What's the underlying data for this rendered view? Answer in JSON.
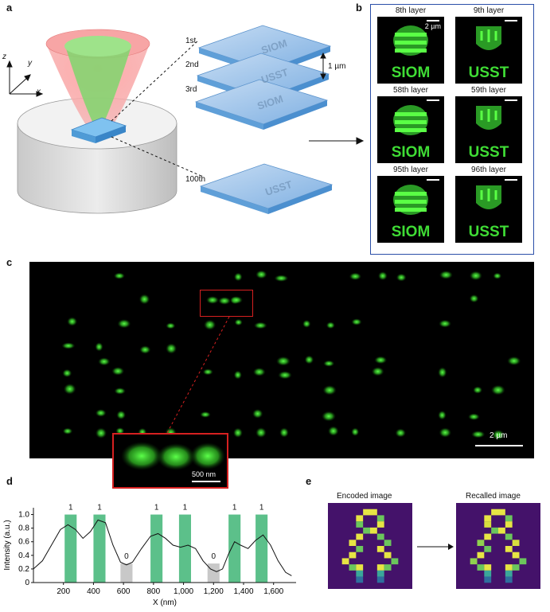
{
  "panels": {
    "a": "a",
    "b": "b",
    "c": "c",
    "d": "d",
    "e": "e"
  },
  "panel_a": {
    "axes": {
      "z": "z",
      "y": "y",
      "x": "x"
    },
    "layers": [
      "1st",
      "2nd",
      "3rd",
      "100th"
    ],
    "spacing_label": "1 µm"
  },
  "panel_b": {
    "tiles": [
      {
        "label": "8th layer",
        "kind": "siom",
        "scale": "2 µm"
      },
      {
        "label": "9th layer",
        "kind": "usst",
        "scale": ""
      },
      {
        "label": "58th layer",
        "kind": "siom",
        "scale": ""
      },
      {
        "label": "59th layer",
        "kind": "usst",
        "scale": ""
      },
      {
        "label": "95th layer",
        "kind": "siom",
        "scale": ""
      },
      {
        "label": "96th layer",
        "kind": "usst",
        "scale": ""
      }
    ],
    "siom_text": "SIOM",
    "usst_text": "USST"
  },
  "panel_c": {
    "scale_label": "2 µm",
    "inset_scale_label": "500 nm"
  },
  "chart_data": {
    "type": "bar",
    "xlabel": "X (nm)",
    "ylabel": "Intensity (a.u.)",
    "xlim": [
      0,
      1750
    ],
    "ylim": [
      0,
      1.1
    ],
    "xticks": [
      200,
      400,
      600,
      800,
      1000,
      1200,
      1400,
      1600
    ],
    "xtick_labels": [
      "200",
      "400",
      "600",
      "800",
      "1,000",
      "1,200",
      "1,400",
      "1,600"
    ],
    "yticks": [
      0,
      0.2,
      0.4,
      0.6,
      0.8,
      1.0
    ],
    "ytick_labels": [
      "0",
      "0.2",
      "0.4",
      "0.6",
      "0.8",
      "1.0"
    ],
    "bars": [
      {
        "x": 248,
        "value": 1.0,
        "bit": "1",
        "color": "#5cc08a"
      },
      {
        "x": 440,
        "value": 1.0,
        "bit": "1",
        "color": "#5cc08a"
      },
      {
        "x": 620,
        "value": 0.28,
        "bit": "0",
        "color": "#c8c8c8"
      },
      {
        "x": 820,
        "value": 1.0,
        "bit": "1",
        "color": "#5cc08a"
      },
      {
        "x": 1010,
        "value": 1.0,
        "bit": "1",
        "color": "#5cc08a"
      },
      {
        "x": 1200,
        "value": 0.28,
        "bit": "0",
        "color": "#c8c8c8"
      },
      {
        "x": 1340,
        "value": 1.0,
        "bit": "1",
        "color": "#5cc08a"
      },
      {
        "x": 1520,
        "value": 1.0,
        "bit": "1",
        "color": "#5cc08a"
      }
    ],
    "bar_width": 80,
    "curve": {
      "x": [
        0,
        60,
        120,
        180,
        230,
        280,
        330,
        380,
        430,
        480,
        530,
        580,
        620,
        660,
        720,
        780,
        830,
        880,
        930,
        980,
        1030,
        1080,
        1130,
        1180,
        1220,
        1260,
        1300,
        1340,
        1380,
        1430,
        1480,
        1530,
        1580,
        1630,
        1680,
        1720
      ],
      "y": [
        0.2,
        0.32,
        0.55,
        0.78,
        0.85,
        0.78,
        0.65,
        0.75,
        0.92,
        0.88,
        0.55,
        0.3,
        0.26,
        0.3,
        0.5,
        0.68,
        0.72,
        0.65,
        0.55,
        0.52,
        0.55,
        0.5,
        0.32,
        0.2,
        0.16,
        0.2,
        0.42,
        0.6,
        0.55,
        0.5,
        0.62,
        0.7,
        0.55,
        0.32,
        0.15,
        0.1
      ]
    }
  },
  "panel_e": {
    "encoded_title": "Encoded image",
    "recalled_title": "Recalled image",
    "background": "#44126a"
  }
}
